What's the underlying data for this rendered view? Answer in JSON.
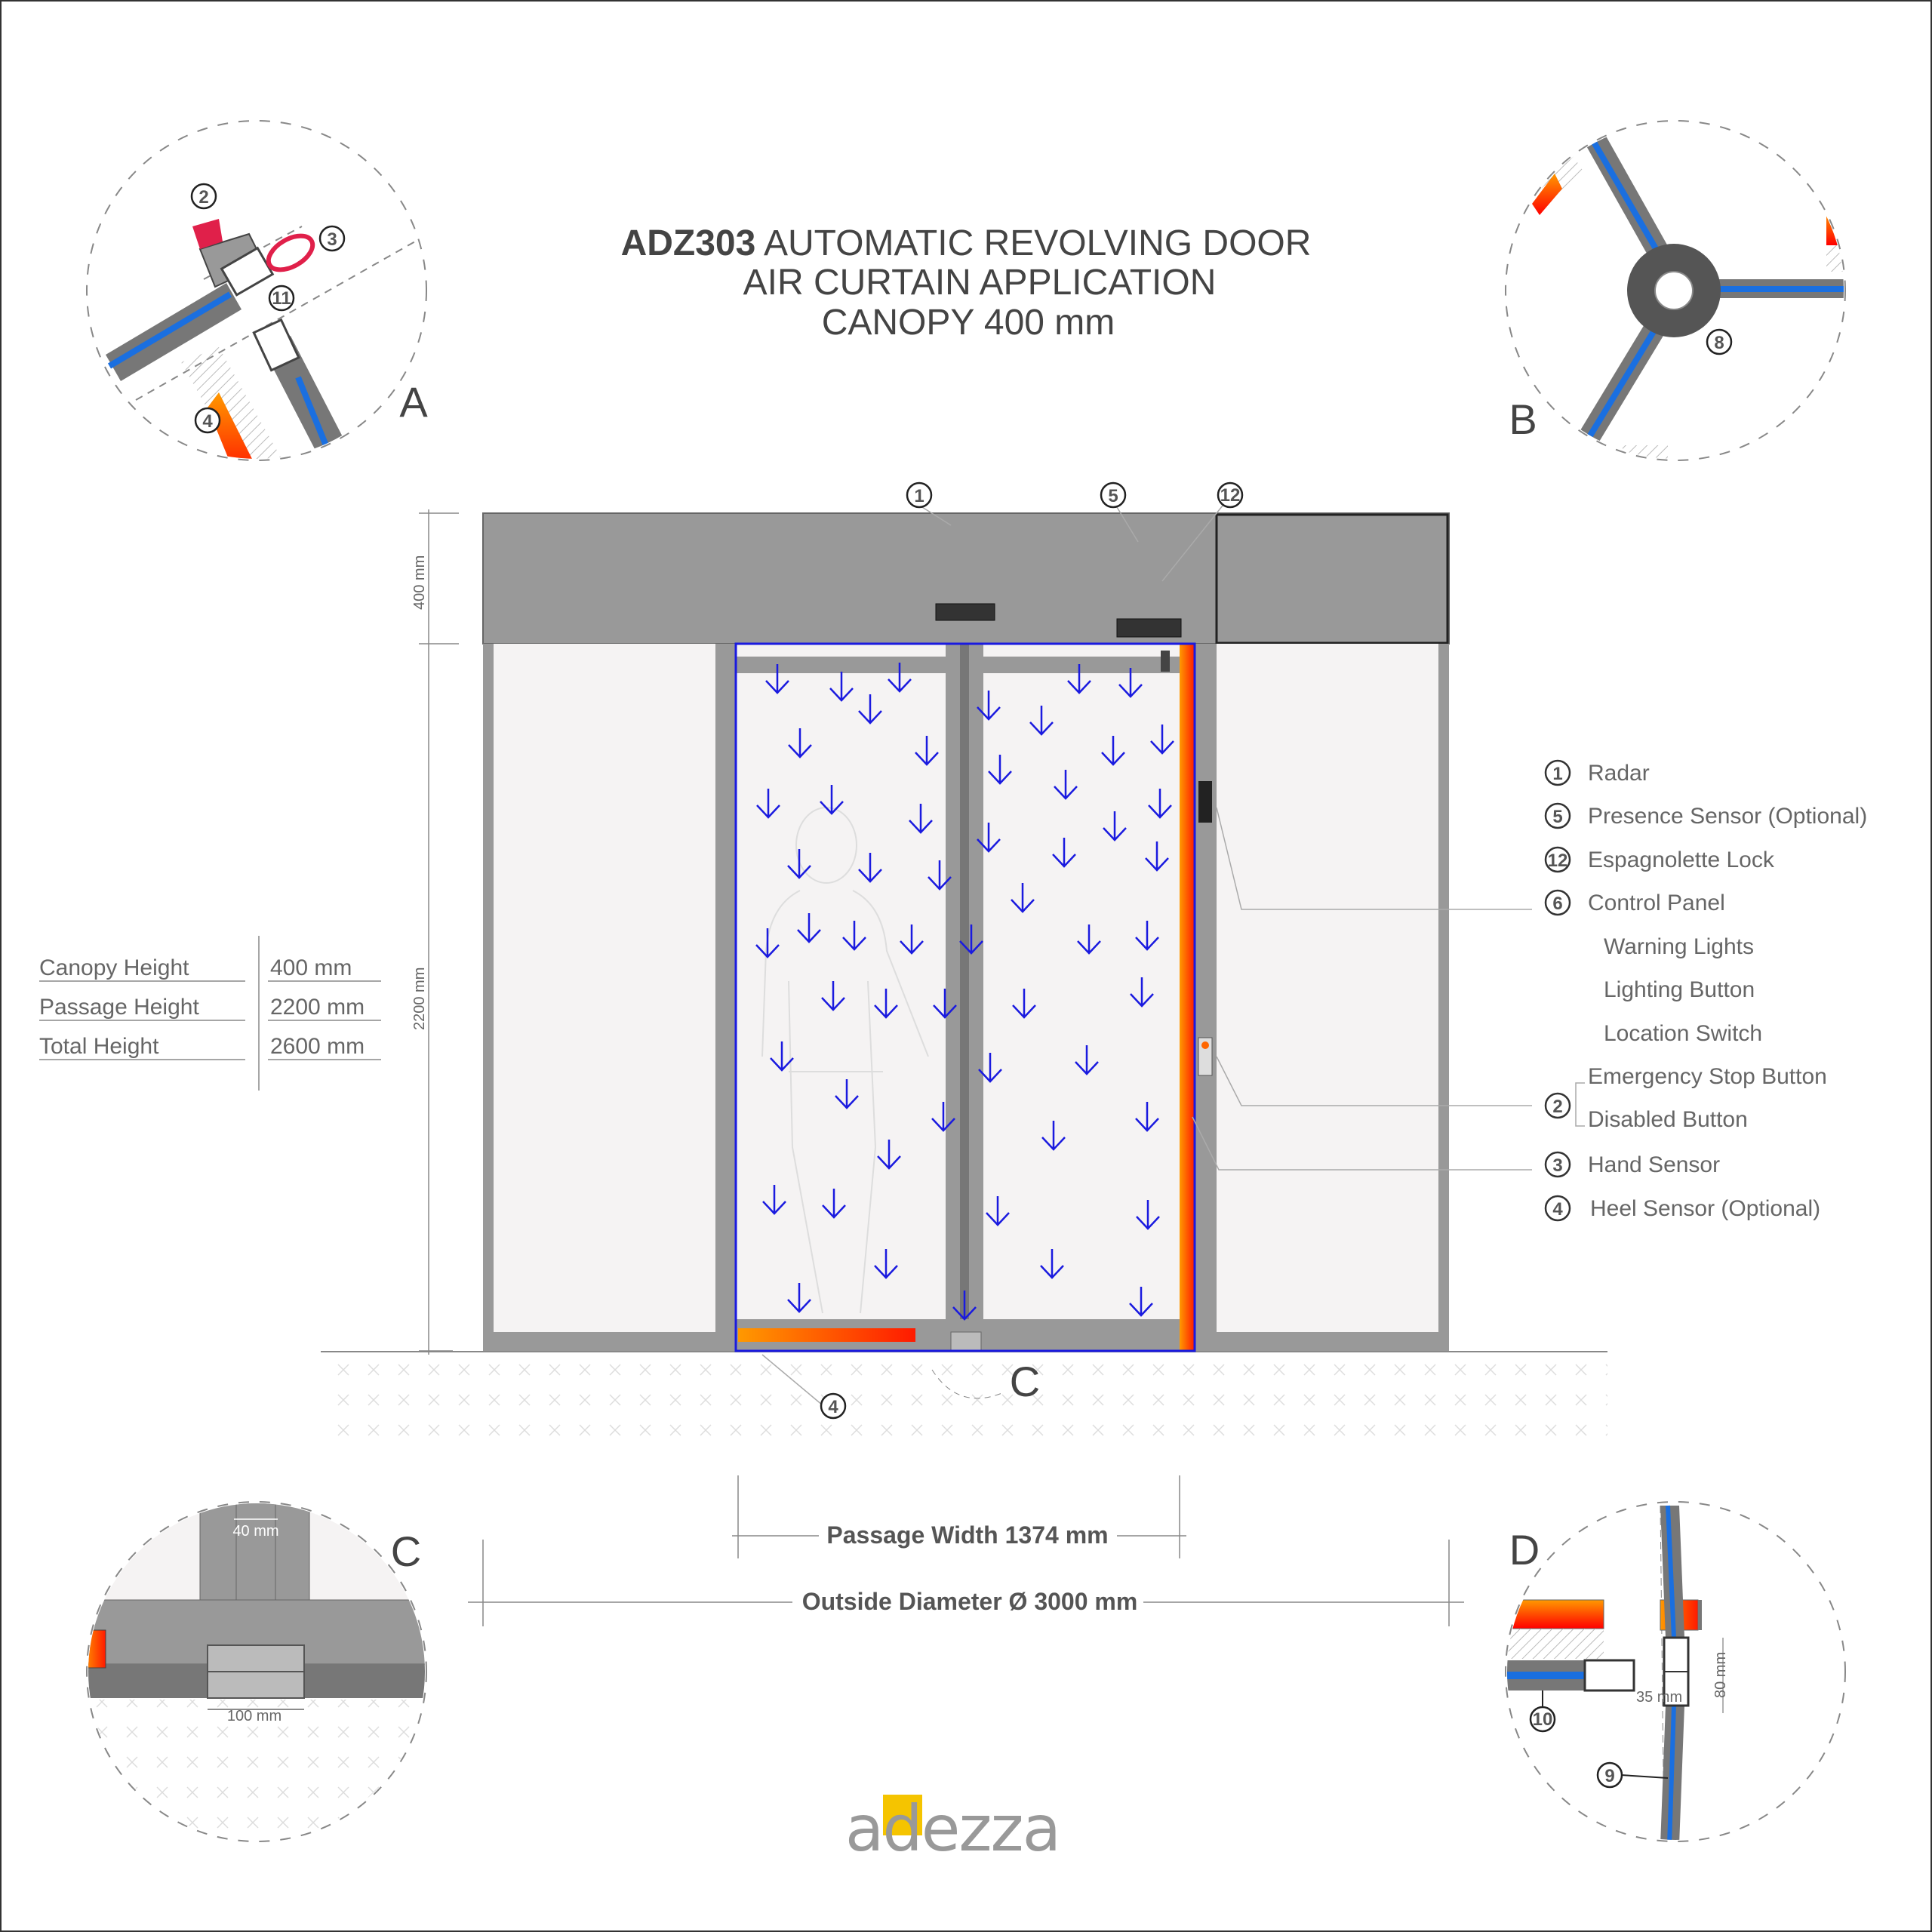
{
  "title": {
    "model": "ADZ303",
    "line1_rest": " AUTOMATIC REVOLVING DOOR",
    "line2": "AIR CURTAIN APPLICATION",
    "line3": "CANOPY 400 mm"
  },
  "details": {
    "a": "A",
    "b": "B",
    "c": "C",
    "d": "D",
    "c_ref": "C"
  },
  "detail_a_callouts": [
    "2",
    "3",
    "11",
    "4"
  ],
  "detail_b_callouts": [
    "8"
  ],
  "detail_c_dims": {
    "top": "40 mm",
    "bottom": "100 mm"
  },
  "detail_d_callouts": [
    "10",
    "9"
  ],
  "detail_d_dims": {
    "height": "80 mm",
    "gap": "35 mm"
  },
  "door_callouts": [
    "1",
    "5",
    "12",
    "4"
  ],
  "dimensions": {
    "canopy": "400 mm",
    "passage_height": "2200 mm",
    "passage_width": "Passage Width 1374 mm",
    "outside_diameter": "Outside Diameter Ø 3000 mm"
  },
  "spec_table": [
    {
      "label": "Canopy Height",
      "value": "400 mm"
    },
    {
      "label": "Passage Height",
      "value": "2200 mm"
    },
    {
      "label": "Total Height",
      "value": "2600 mm"
    }
  ],
  "legend": [
    {
      "num": "1",
      "label": "Radar"
    },
    {
      "num": "5",
      "label": "Presence Sensor (Optional)"
    },
    {
      "num": "12",
      "label": "Espagnolette Lock"
    },
    {
      "num": "6",
      "label": "Control Panel"
    },
    {
      "num": "",
      "label": "Warning Lights"
    },
    {
      "num": "",
      "label": "Lighting Button"
    },
    {
      "num": "",
      "label": "Location Switch"
    },
    {
      "num": "2",
      "label": "Emergency Stop Button"
    },
    {
      "num": "",
      "label": "Disabled Button"
    },
    {
      "num": "3",
      "label": "Hand Sensor"
    },
    {
      "num": "4",
      "label": "Heel Sensor (Optional)"
    }
  ],
  "logo": {
    "text": "adezza",
    "accent": "#f5c400"
  },
  "colors": {
    "frame": "#999999",
    "glass": "#f5f3f3",
    "airflow": "#1a1adf",
    "glass_core": "#1a6fe0",
    "heater": "#ff3300"
  }
}
